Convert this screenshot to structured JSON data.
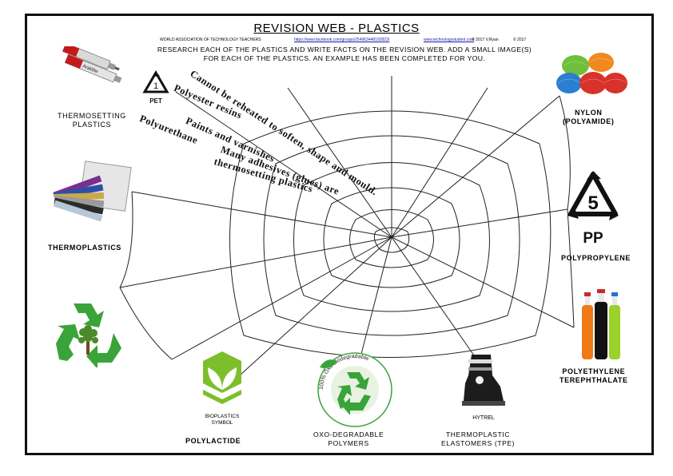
{
  "header": {
    "title": "REVISION WEB - PLASTICS",
    "org": "WORLD ASSOCIATION OF TECHNOLOGY TEACHERS",
    "link1": "https://www.facebook.com/groups/254963448192823/",
    "link2": "www.technologystudent.com",
    "copy1": "© 2017 V.Ryan",
    "copy2": "© 2017",
    "instructions": "RESEARCH EACH OF THE PLASTICS AND WRITE FACTS ON THE REVISION WEB. ADD A SMALL IMAGE(S) FOR EACH OF THE PLASTICS. AN EXAMPLE HAS BEEN COMPLETED FOR YOU."
  },
  "labels": {
    "thermosetting": "THERMOSETTING\nPLASTICS",
    "nylon": "NYLON\n(POLYAMIDE)",
    "thermoplastics": "THERMOPLASTICS",
    "polypropylene": "POLYPROPYLENE",
    "pet": "POLYETHYLENE\nTEREPHTHALATE",
    "polylactide": "POLYLACTIDE",
    "oxo": "OXO-DEGRADABLE\nPOLYMERS",
    "tpe": "THERMOPLASTIC\nELASTOMERS (TPE)"
  },
  "images": {
    "adhesive_brand": "Araldite",
    "pet_code": "1",
    "pet_abbr": "PET",
    "pp_code": "5",
    "pp_abbr": "PP",
    "bioplastics": "BIOPLASTICS\nSYMBOL",
    "hytrel": "HYTREL",
    "oxo_ring": "100% Oxo-biodegradable"
  },
  "facts": {
    "f1": "Cannot be reheated to soften, shape and mould.",
    "f2": "Polyester resins",
    "f3": "Polyurethane",
    "f4": "Paints and varnishes",
    "f5": "Many adhesives (glues) are",
    "f6": "thermosetting plastics"
  },
  "colors": {
    "web": "#222222",
    "recycle_green": "#3aa33a",
    "pla_green": "#7dbf2a",
    "link_blue": "#1a1aa6"
  }
}
